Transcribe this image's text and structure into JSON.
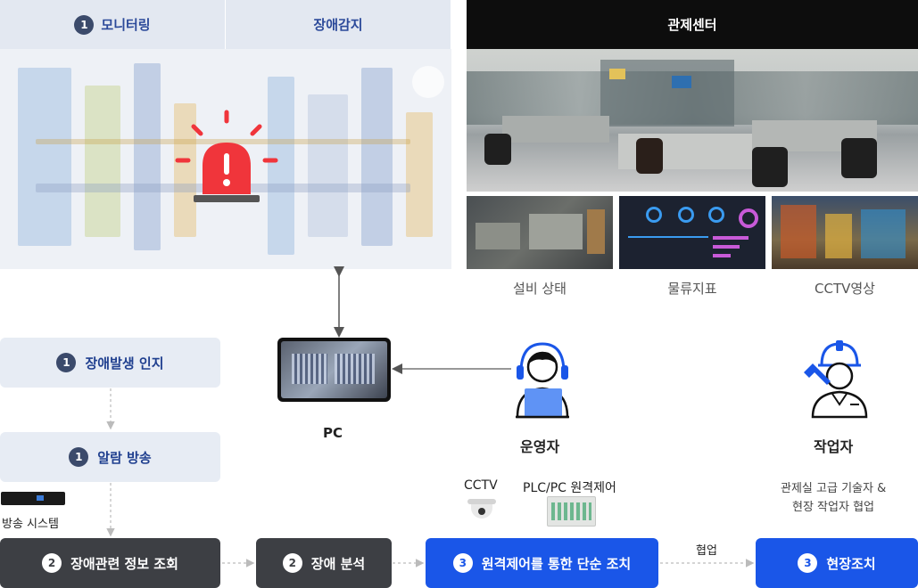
{
  "monitor": {
    "tabs": [
      {
        "num": "1",
        "label": "모니터링"
      },
      {
        "label": "장애감지"
      }
    ]
  },
  "control_center": {
    "title": "관제센터",
    "captions": [
      "설비 상태",
      "물류지표",
      "CCTV영상"
    ]
  },
  "nodes": {
    "pc": "PC",
    "operator": "운영자",
    "worker": "작업자",
    "cctv": "CCTV",
    "plc": "PLC/PC 원격제어",
    "worker_desc_1": "관제실 고급 기술자 &",
    "worker_desc_2": "현장 작업자 협업",
    "broadcast": "방송 시스템",
    "collab": "협업"
  },
  "steps": {
    "detect": {
      "num": "1",
      "label": "장애발생 인지"
    },
    "alarm": {
      "num": "1",
      "label": "알람 방송"
    },
    "lookup": {
      "num": "2",
      "label": "장애관련 정보 조회"
    },
    "analysis": {
      "num": "2",
      "label": "장애 분석"
    },
    "remote": {
      "num": "3",
      "label": "원격제어를 통한 단순 조치"
    },
    "onsite": {
      "num": "3",
      "label": "현장조치"
    }
  },
  "colors": {
    "accent": "#1a56e8",
    "dark": "#3d3f44",
    "light_box": "#e7ecf4",
    "alarm": "#f0353b"
  }
}
